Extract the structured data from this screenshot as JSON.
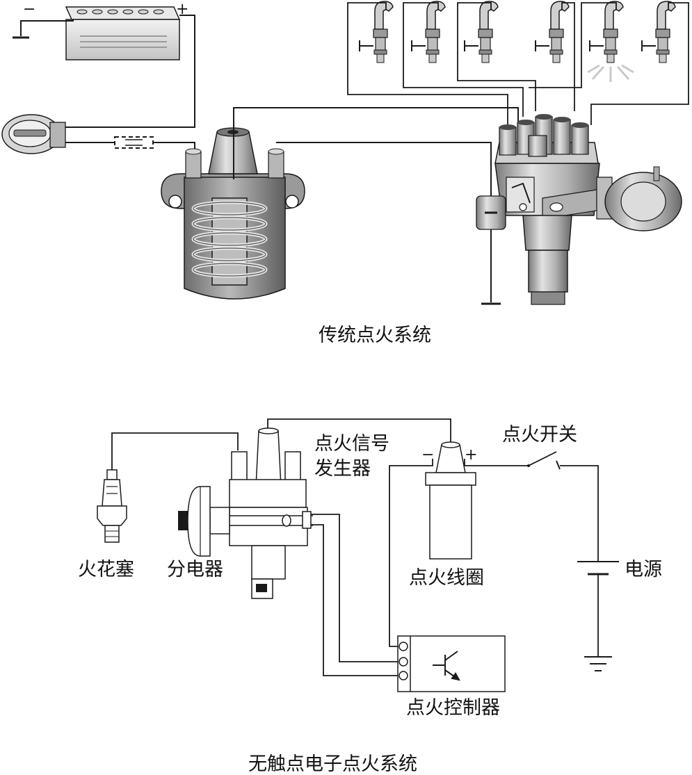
{
  "top": {
    "caption": "传统点火系统",
    "battery_minus": "−",
    "battery_plus": "+"
  },
  "bottom": {
    "caption": "无触点电子点火系统",
    "labels": {
      "spark_plug": "火花塞",
      "distributor": "分电器",
      "signal_generator_line1": "点火信号",
      "signal_generator_line2": "发生器",
      "ignition_switch": "点火开关",
      "ignition_coil": "点火线圈",
      "power_supply": "电源",
      "ignition_controller": "点火控制器"
    },
    "coil_minus": "−",
    "coil_plus": "+"
  },
  "colors": {
    "line": "#1a1a1a",
    "metal_light": "#d9d9d9",
    "metal_mid": "#a8a8a8",
    "metal_dark": "#6e6e6e",
    "coil_body": "#8c8c8c"
  }
}
